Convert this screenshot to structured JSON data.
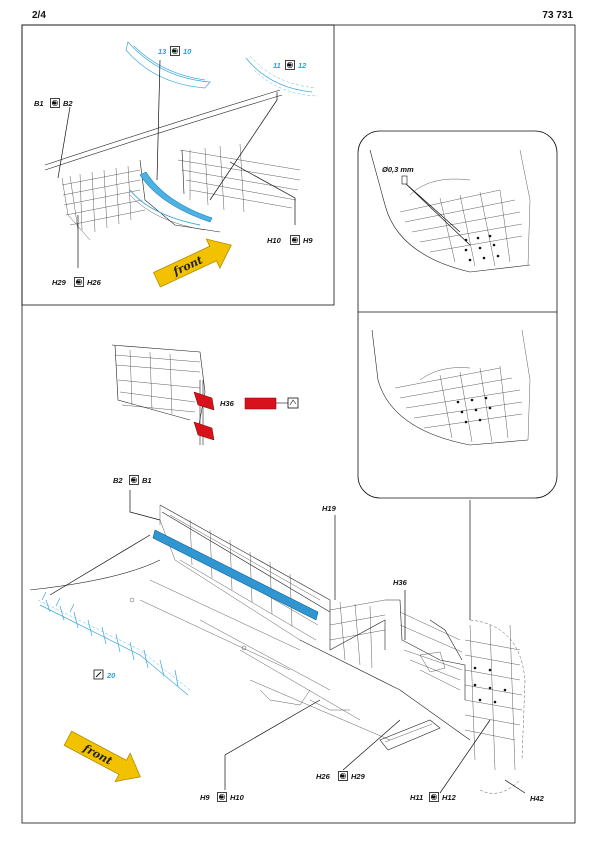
{
  "header": {
    "page": "2/4",
    "catalog": "73 731"
  },
  "labels": {
    "b1_b2_top": [
      "B1",
      "B2"
    ],
    "p13_10": [
      "13",
      "10"
    ],
    "p11_12": [
      "11",
      "12"
    ],
    "h10_h9": [
      "H10",
      "H9"
    ],
    "h29_h26": [
      "H29",
      "H26"
    ],
    "front": "front",
    "diameter": "Ø0,3 mm",
    "h36_small": "H36",
    "b2_b1": [
      "B2",
      "B1"
    ],
    "h19": "H19",
    "h36_main": "H36",
    "p20": "20",
    "h9_h10": [
      "H9",
      "H10"
    ],
    "h26_h29": [
      "H26",
      "H29"
    ],
    "h11_h12": [
      "H11",
      "H12"
    ],
    "h42": "H42"
  },
  "colors": {
    "blue_part": "#29a3dc",
    "red_part": "#d8121b",
    "arrow_yellow": "#f2c200"
  },
  "icons": {
    "bend": "bend-icon",
    "fold": "fold-icon",
    "paint": "paint-brush-icon"
  }
}
